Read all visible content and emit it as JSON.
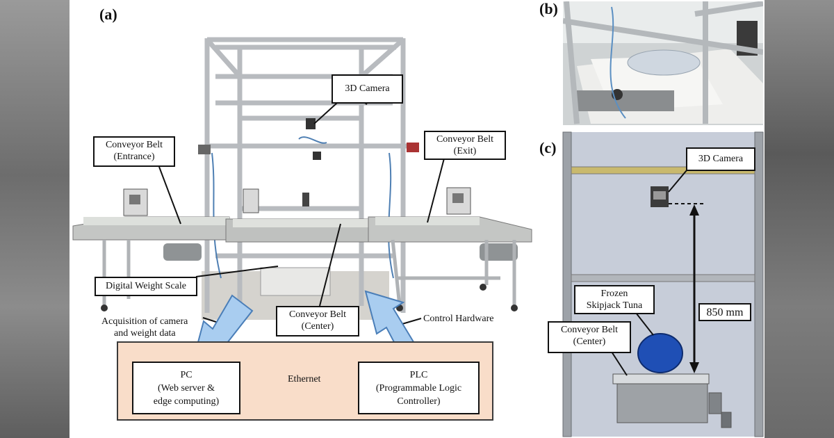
{
  "panels": {
    "a": "(a)",
    "b": "(b)",
    "c": "(c)"
  },
  "labels": {
    "camera_3d": "3D Camera",
    "belt_entrance": [
      "Conveyor Belt",
      "(Entrance)"
    ],
    "belt_exit": [
      "Conveyor Belt",
      "(Exit)"
    ],
    "weight_scale": "Digital Weight Scale",
    "belt_center": [
      "Conveyor Belt",
      "(Center)"
    ],
    "acquisition": [
      "Acquisition of camera",
      "and weight data"
    ],
    "control_hardware": "Control Hardware",
    "pc": [
      "PC",
      "(Web server &",
      "edge computing)"
    ],
    "ethernet": "Ethernet",
    "plc": [
      "PLC",
      "(Programmable Logic",
      "Controller)"
    ]
  },
  "panel_c": {
    "camera_3d": "3D Camera",
    "tuna": [
      "Frozen",
      "Skipjack Tuna"
    ],
    "distance": "850 mm",
    "belt_center": [
      "Conveyor Belt",
      "(Center)"
    ]
  },
  "colors": {
    "flow_arrow": "#a9cdf0",
    "orange_box": "#f9ddc9",
    "tuna": "#1f4fb5",
    "frame": "#b9bcc0"
  }
}
